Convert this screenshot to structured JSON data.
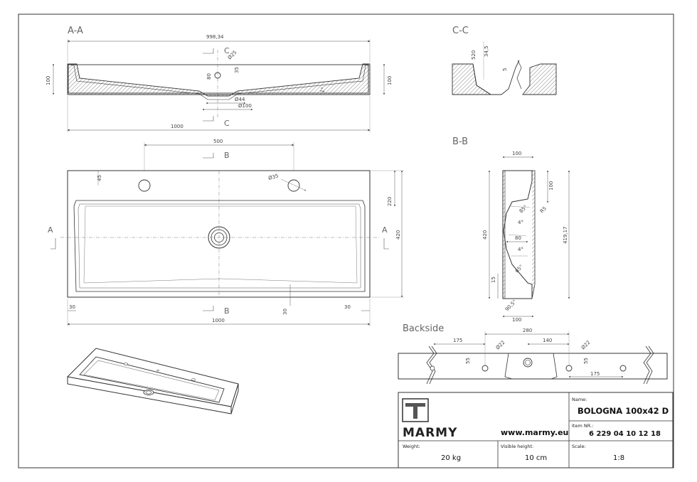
{
  "sections": {
    "aa": "A-A",
    "cc": "C-C",
    "bb": "B-B",
    "backside": "Backside",
    "cut_a": "A",
    "cut_b": "B",
    "cut_c": "C"
  },
  "dims_aa": {
    "overall_top": "998,34",
    "overall_bottom": "1000",
    "height_left": "100",
    "height_right": "100",
    "d25": "Ø25",
    "d44": "Ø44",
    "d100": "Ø100",
    "v35": "35",
    "v80": "80",
    "angle": "1°"
  },
  "dims_cc": {
    "v345": "34,5",
    "v520": "520",
    "v5": "5"
  },
  "dims_plan": {
    "holes_spacing": "500",
    "hole_offset": "45",
    "hole_dia": "Ø35",
    "width_220": "220",
    "width_420": "420",
    "rim_left": "30",
    "rim_right": "30",
    "rim_front": "30",
    "overall": "1000"
  },
  "dims_bb": {
    "top_width": "100",
    "bottom_width": "100",
    "height_100": "100",
    "total_41917": "419,17",
    "left_420": "420",
    "v15": "15",
    "v80": "80",
    "r5": "R5",
    "a85": "85°",
    "a4_top": "4°",
    "a4_bot": "4°",
    "a65": "65°",
    "a905": "90,5°"
  },
  "dims_back": {
    "v175_left": "175",
    "v280": "280",
    "v140": "140",
    "v175_right": "175",
    "d22_left": "Ø22",
    "d22_right": "Ø22",
    "v55_left": "55",
    "v55_right": "55"
  },
  "title_block": {
    "brand": "MARMY",
    "website": "www.marmy.eu",
    "name_label": "Name:",
    "name_value": "BOLOGNA 100x42 D",
    "item_label": "Item NR.:",
    "item_value": "6 229 04 10 12 18",
    "weight_label": "Weight:",
    "weight_value": "20 kg",
    "visible_label": "Visible height:",
    "visible_value": "10 cm",
    "scale_label": "Scale:",
    "scale_value": "1:8"
  }
}
